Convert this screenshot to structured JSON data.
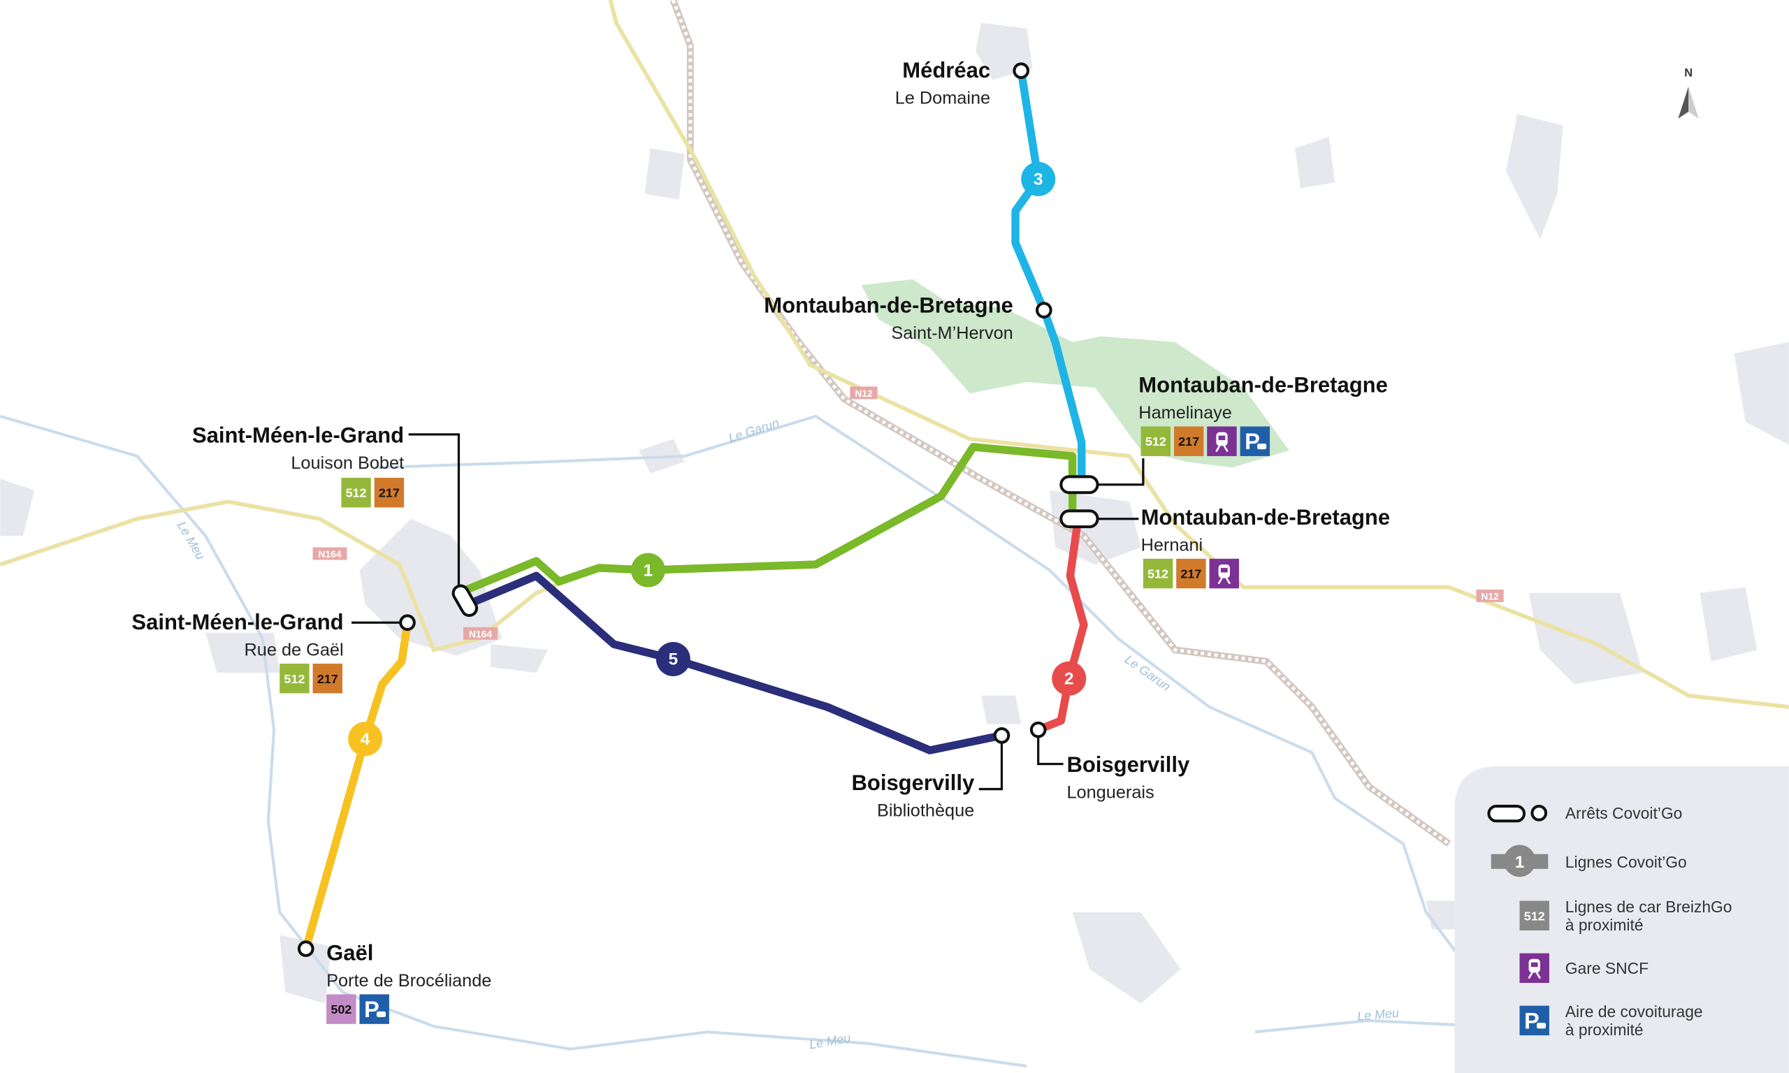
{
  "compass": "N",
  "colors": {
    "line1": "#7ab929",
    "line2": "#e84b4b",
    "line3": "#1eb4e6",
    "line4": "#f7c221",
    "line5": "#2b2e7a",
    "badge512": "#95b83a",
    "badge217": "#d27a2c",
    "badge502": "#c48cc6",
    "sncf": "#7b3294",
    "parking": "#1f5fa8"
  },
  "lines": {
    "l1": "1",
    "l2": "2",
    "l3": "3",
    "l4": "4",
    "l5": "5"
  },
  "roads": {
    "n12a": "N12",
    "n12b": "N12",
    "n164a": "N164",
    "n164b": "N164"
  },
  "rivers": {
    "garun1": "Le Garun",
    "garun2": "Le Garun",
    "meu1": "Le Meu",
    "meu2": "Le Meu",
    "meu3": "Le Meu"
  },
  "stops": {
    "medreac": {
      "name": "Médréac",
      "sub": "Le Domaine"
    },
    "saint_mhervon": {
      "name": "Montauban-de-Bretagne",
      "sub": "Saint-M’Hervon"
    },
    "hamelinaye": {
      "name": "Montauban-de-Bretagne",
      "sub": "Hamelinaye",
      "badges": [
        "512",
        "217"
      ]
    },
    "hernani": {
      "name": "Montauban-de-Bretagne",
      "sub": "Hernani",
      "badges": [
        "512",
        "217"
      ]
    },
    "louison": {
      "name": "Saint-Méen-le-Grand",
      "sub": "Louison Bobet",
      "badges": [
        "512",
        "217"
      ]
    },
    "gael_rue": {
      "name": "Saint-Méen-le-Grand",
      "sub": "Rue de Gaël",
      "badges": [
        "512",
        "217"
      ]
    },
    "gael": {
      "name": "Gaël",
      "sub": "Porte de Brocéliande",
      "badges": [
        "502"
      ]
    },
    "biblio": {
      "name": "Boisgervilly",
      "sub": "Bibliothèque"
    },
    "longuerais": {
      "name": "Boisgervilly",
      "sub": "Longuerais"
    }
  },
  "legend": {
    "stops": "Arrêts Covoit’Go",
    "lines": "Lignes Covoit’Go",
    "lines_num": "1",
    "car_l1": "Lignes de car BreizhGo",
    "car_l2": "à proximité",
    "car_num": "512",
    "sncf": "Gare SNCF",
    "parking_l1": "Aire de covoiturage",
    "parking_l2": "à proximité"
  }
}
